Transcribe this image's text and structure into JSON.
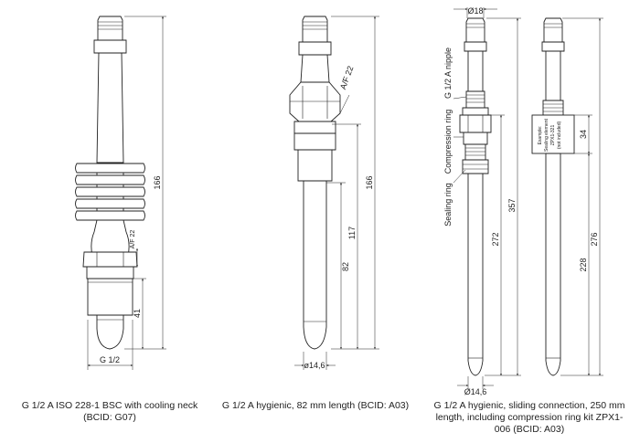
{
  "drawings": [
    {
      "caption_line1": "G 1/2 A ISO 228-1 BSC with cooling neck",
      "caption_line2": "(BCID: G07)",
      "dim_overall": "166",
      "dim_tip": "41",
      "thread": "G 1/2",
      "wrench": "A/F 22"
    },
    {
      "caption_line1": "G 1/2 A hygienic, 82 mm length (BCID: A03)",
      "dim_overall": "166",
      "dim_body": "117",
      "dim_tip": "82",
      "diameter": "ø14,6",
      "wrench": "A/F 22"
    },
    {
      "caption_line1": "G 1/2 A hygienic, sliding connection, 250 mm",
      "caption_line2": "length, including compression ring kit ZPX1-",
      "caption_line3": "006 (BCID: A03)",
      "diameter_top": "Ø18",
      "label_nipple": "G 1/2 A nipple",
      "label_compression": "Compression ring",
      "label_sealing": "Sealing ring",
      "dim_overall": "357",
      "dim_lower": "272",
      "diameter_bottom": "Ø14,6"
    },
    {
      "dim_collar": "34",
      "dim_overall": "276",
      "dim_lower": "228",
      "tag_line1": "Example:",
      "tag_line2": "Sealing element",
      "tag_line3": "ZPX1-321",
      "tag_line4": "(not included)"
    }
  ]
}
